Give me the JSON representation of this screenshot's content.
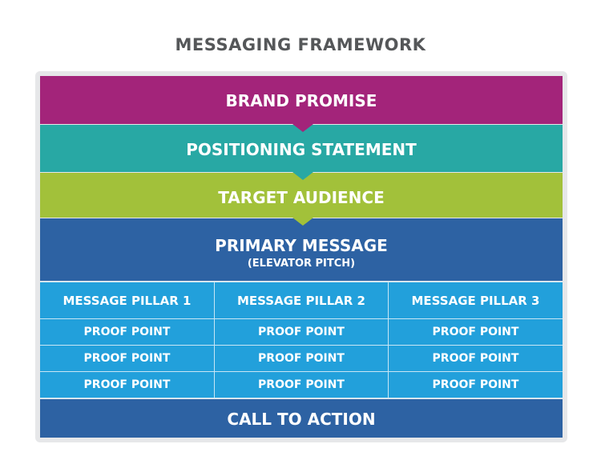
{
  "title": "MESSAGING FRAMEWORK",
  "bands": {
    "brand_promise": "BRAND PROMISE",
    "positioning_statement": "POSITIONING STATEMENT",
    "target_audience": "TARGET AUDIENCE",
    "primary_message": "PRIMARY MESSAGE",
    "primary_message_sub": "(ELEVATOR PITCH)",
    "call_to_action": "CALL TO ACTION"
  },
  "pillars": [
    {
      "label": "MESSAGE PILLAR 1",
      "proof_points": [
        "PROOF POINT",
        "PROOF POINT",
        "PROOF POINT"
      ]
    },
    {
      "label": "MESSAGE PILLAR 2",
      "proof_points": [
        "PROOF POINT",
        "PROOF POINT",
        "PROOF POINT"
      ]
    },
    {
      "label": "MESSAGE PILLAR 3",
      "proof_points": [
        "PROOF POINT",
        "PROOF POINT",
        "PROOF POINT"
      ]
    }
  ],
  "colors": {
    "brand_promise": "#a3247a",
    "positioning_statement": "#28a8a4",
    "target_audience": "#a2c13a",
    "primary_message": "#2d62a3",
    "pillar": "#22a0db",
    "call_to_action": "#2d62a3",
    "title": "#555759"
  }
}
